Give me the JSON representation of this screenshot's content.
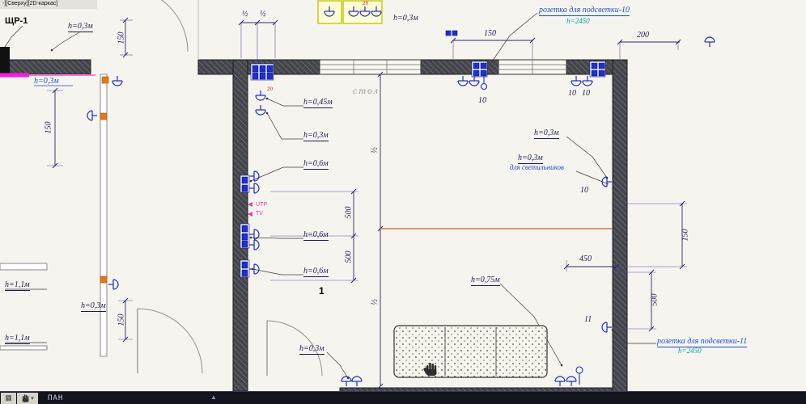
{
  "viewport_bar": {
    "label": "-][Сверху][2D-каркас]"
  },
  "command_bar": {
    "command": "ПАН",
    "expand": "▲",
    "dropdown": "▾"
  },
  "drawing": {
    "panel_label": "ЩР-1",
    "table_label": "стол",
    "callout": "1",
    "utp": "UTP",
    "tv": "TV"
  },
  "notes": [
    "h=0,3м",
    "h=0,3м",
    "h=1,1м",
    "h=0,3м",
    "h=1,1м",
    "h=0,3м",
    "h=0,45м",
    "h=0,3м",
    "h=0,6м",
    "h=0,6м",
    "h=0,6м",
    "h=0,3м",
    "розетка для подсветки-10",
    "h=2450",
    "h=0,3м",
    "h=0,3м",
    "для светильников",
    "h=0,75м",
    "розетка для подсветки-11",
    "h=2450"
  ],
  "dims": [
    "150",
    "150",
    "150",
    "150",
    "200",
    "500",
    "500",
    "150",
    "450",
    "500"
  ],
  "marks": [
    "½",
    "½",
    "½",
    "½"
  ],
  "nums": [
    "10",
    "10",
    "10",
    "10",
    "11"
  ],
  "tags": [
    "20",
    "20"
  ]
}
